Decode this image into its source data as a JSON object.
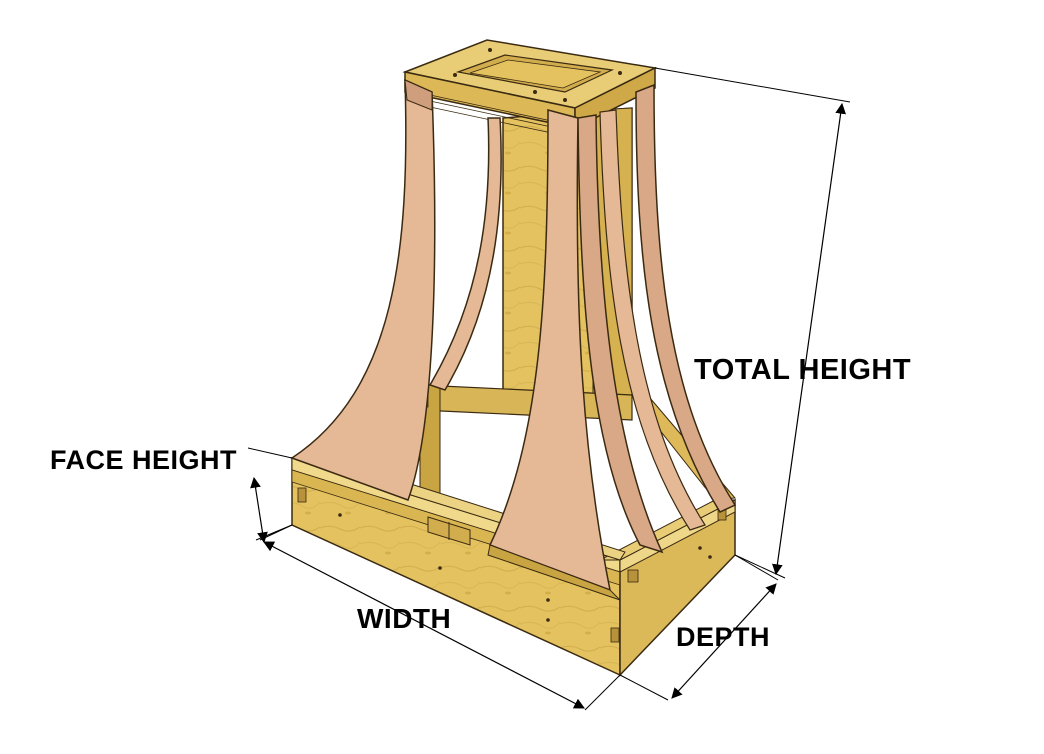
{
  "labels": {
    "total_height": "TOTAL HEIGHT",
    "face_height": "FACE HEIGHT",
    "width": "WIDTH",
    "depth": "DEPTH"
  },
  "colors": {
    "plywood": "#e3c25f",
    "plywood_dark": "#c9a443",
    "plywood_edge": "#f0d98a",
    "face_panel": "#e5b896",
    "face_panel_dark": "#cf9e7d",
    "outline": "#3a2a12",
    "dimension_line": "#000000"
  }
}
